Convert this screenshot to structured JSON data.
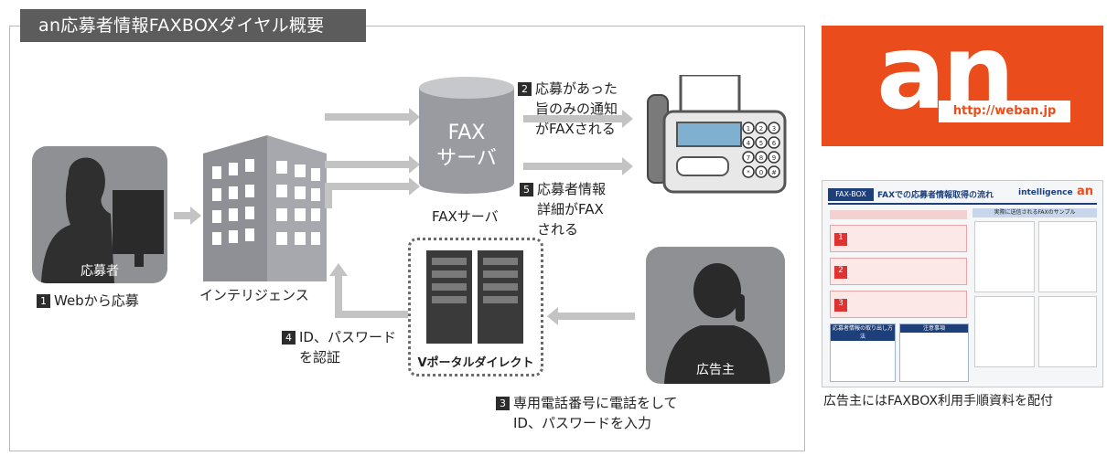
{
  "title": "an応募者情報FAXBOXダイヤル概要",
  "applicant": {
    "label": "応募者",
    "step": "1",
    "caption": "Webから応募"
  },
  "intelligence": {
    "label": "インテリジェンス"
  },
  "fax_server": {
    "line1": "FAX",
    "line2": "サーバ",
    "caption": "FAXサーバ"
  },
  "step2": {
    "num": "2",
    "lines": [
      "応募があった",
      "旨のみの通知",
      "がFAXされる"
    ]
  },
  "step5": {
    "num": "5",
    "lines": [
      "応募者情報",
      "詳細がFAX",
      "される"
    ]
  },
  "step4": {
    "num": "4",
    "lines": [
      "ID、パスワード",
      "を認証"
    ]
  },
  "step3": {
    "num": "3",
    "lines": [
      "専用電話番号に電話をして",
      "ID、パスワードを入力"
    ]
  },
  "vportal": {
    "label": "Vポータルダイレクト"
  },
  "advertiser": {
    "label": "広告主"
  },
  "fax_keys": [
    "1",
    "2",
    "3",
    "4",
    "5",
    "6",
    "7",
    "8",
    "9",
    "*",
    "0",
    "#"
  ],
  "an_logo": {
    "text": "an",
    "url": "http://weban.jp"
  },
  "doc": {
    "header_tag": "FAX-BOX",
    "header_title": "FAXでの応募者情報取得の流れ",
    "brand": "intelligence",
    "brand_mark": "an",
    "sample_title": "実際に送信されるFAXのサンプル",
    "steps": [
      "1",
      "2",
      "3"
    ],
    "notes_left": "応募者情報の取り出し方法",
    "notes_right": "注意事項"
  },
  "right_caption": "広告主にはFAXBOX利用手順資料を配付",
  "colors": {
    "brand_orange": "#ea4d1b",
    "tile_gray": "#8f9093",
    "arrow_gray": "#c3c3c3",
    "title_bg": "#5c5c5c"
  }
}
